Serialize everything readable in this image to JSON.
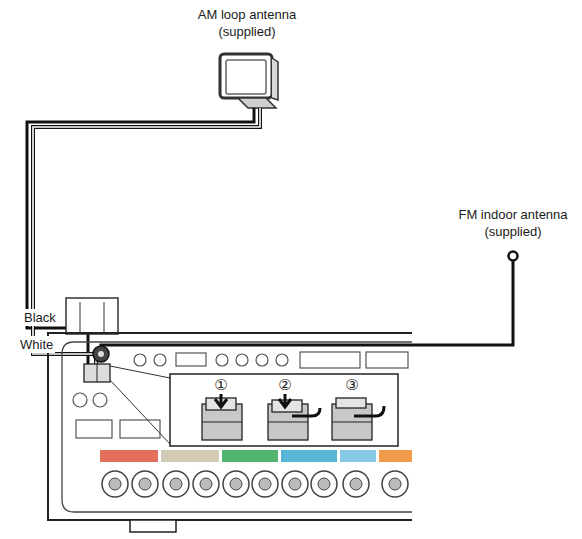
{
  "diagram": {
    "labels": [
      "AM loop antenna (supplied)",
      "FM indoor antenna (supplied)",
      "Black",
      "White",
      "①",
      "②",
      "③"
    ]
  }
}
